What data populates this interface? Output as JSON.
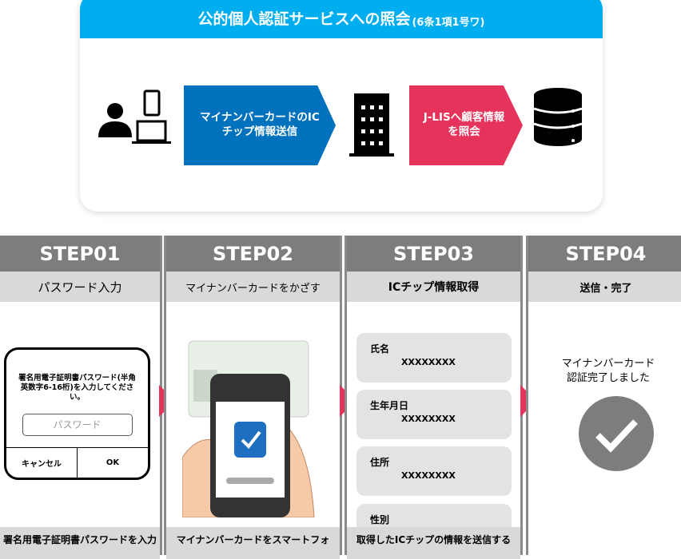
{
  "header": {
    "title": "公的個人認証サービスへの照会",
    "subtitle": "(6条1項1号ワ)"
  },
  "flow": {
    "step1": "マイナンバーカードのICチップ情報送信",
    "step2": "J-LISへ顧客情報を照会",
    "colors": {
      "blue": "#0071bc",
      "pink": "#e5335c",
      "header": "#00aeef"
    }
  },
  "steps": [
    {
      "title": "STEP01",
      "subtitle": "パスワード入力",
      "footer": "署名用電子証明書パスワードを入力"
    },
    {
      "title": "STEP02",
      "subtitle": "マイナンバーカードをかざす",
      "footer": "マイナンバーカードをスマートフォ"
    },
    {
      "title": "STEP03",
      "subtitle": "ICチップ情報取得",
      "footer": "取得したICチップの情報を送信する"
    },
    {
      "title": "STEP04",
      "subtitle": "送信・完了",
      "footer": ""
    }
  ],
  "dialog": {
    "message": "署名用電子証明書パスワード(半角英数字6-16桁)を入力してください。",
    "placeholder": "パスワード",
    "cancel": "キャンセル",
    "ok": "OK"
  },
  "fields": [
    {
      "label": "氏名",
      "value": "XXXXXXXX"
    },
    {
      "label": "生年月日",
      "value": "XXXXXXXX"
    },
    {
      "label": "住所",
      "value": "XXXXXXXX"
    },
    {
      "label": "性別",
      "value": ""
    }
  ],
  "complete": {
    "message": "マイナンバーカード認証完了しました"
  }
}
